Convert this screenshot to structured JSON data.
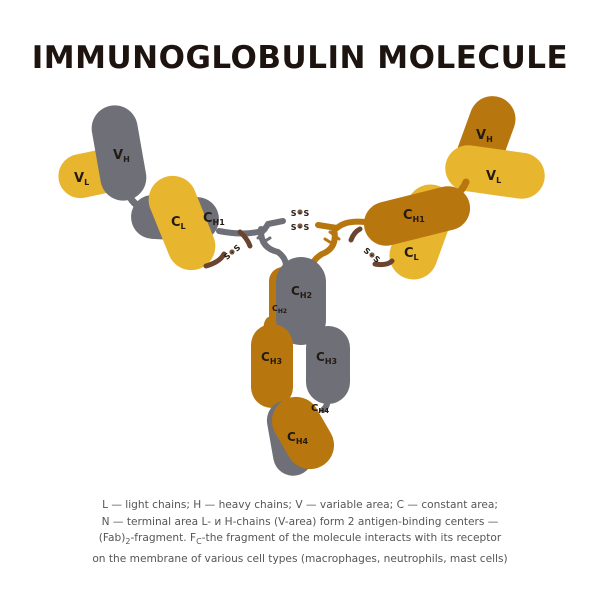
{
  "title": "IMMUNOGLOBULIN MOLECULE",
  "labels": {
    "vh_left": "V",
    "vh_left_sub": "H",
    "vl_left": "V",
    "vl_left_sub": "L",
    "cl_left": "C",
    "cl_left_sub": "L",
    "ch1_left": "C",
    "ch1_left_sub": "H1",
    "vh_right": "V",
    "vh_right_sub": "H",
    "vl_right": "V",
    "vl_right_sub": "L",
    "ch1_right": "C",
    "ch1_right_sub": "H1",
    "cl_right": "C",
    "cl_right_sub": "L",
    "ch2_gray": "C",
    "ch2_gray_sub": "H2",
    "ch2_gold": "C",
    "ch2_gold_sub": "H2",
    "ch3_gold": "C",
    "ch3_gold_sub": "H3",
    "ch3_gray": "C",
    "ch3_gray_sub": "H3",
    "ch4_gray": "C",
    "ch4_gray_sub": "H4",
    "ch4_gold": "C",
    "ch4_gold_sub": "H4",
    "ss": "S",
    "ss_sep": "·"
  },
  "caption": {
    "line1": "L — light chains; H — heavy chains; V — variable area; C — constant area;",
    "line2": "N — terminal area L- и H-chains (V-area) form 2 antigen-binding centers —",
    "line3a": "(Fab)",
    "line3_sub": "2",
    "line3b": "-fragment. F",
    "line3_sub2": "C",
    "line3c": "-the fragment of the molecule interacts with its receptor",
    "line4": "on the membrane of various cell types (macrophages, neutrophils, mast cells)"
  },
  "colors": {
    "gray": "#6f6f77",
    "light_gold": "#e8b52f",
    "dark_gold": "#b8760f",
    "text": "#231a12",
    "title": "#1d140f",
    "bridge": "#7a5a42"
  }
}
